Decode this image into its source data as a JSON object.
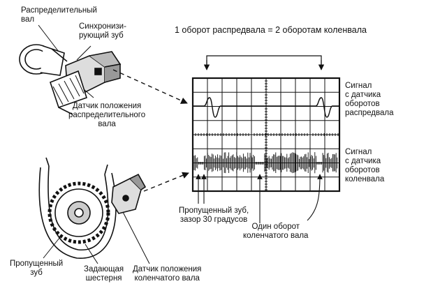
{
  "header": {
    "ratio_text": "1 оборот распредвала = 2 оборотам коленвала"
  },
  "labels": {
    "camshaft": "Распределительный\nвал",
    "sync_tooth": "Синхронизи-\nрующий зуб",
    "cam_sensor": "Датчик положения\nраспределительного\nвала",
    "cam_signal": "Сигнал\nс датчика\nоборотов\nраспредвала",
    "crank_signal": "Сигнал\nс датчика\nоборотов\nколенвала",
    "missing_gap": "Пропущенный зуб,\nзазор 30 градусов",
    "one_rev": "Один оборот\nколенчатого вала",
    "missing_tooth": "Пропущенный\nзуб",
    "drive_gear": "Задающая\nшестерня",
    "crank_sensor": "Датчик положения\nколенчатого вала"
  }
}
